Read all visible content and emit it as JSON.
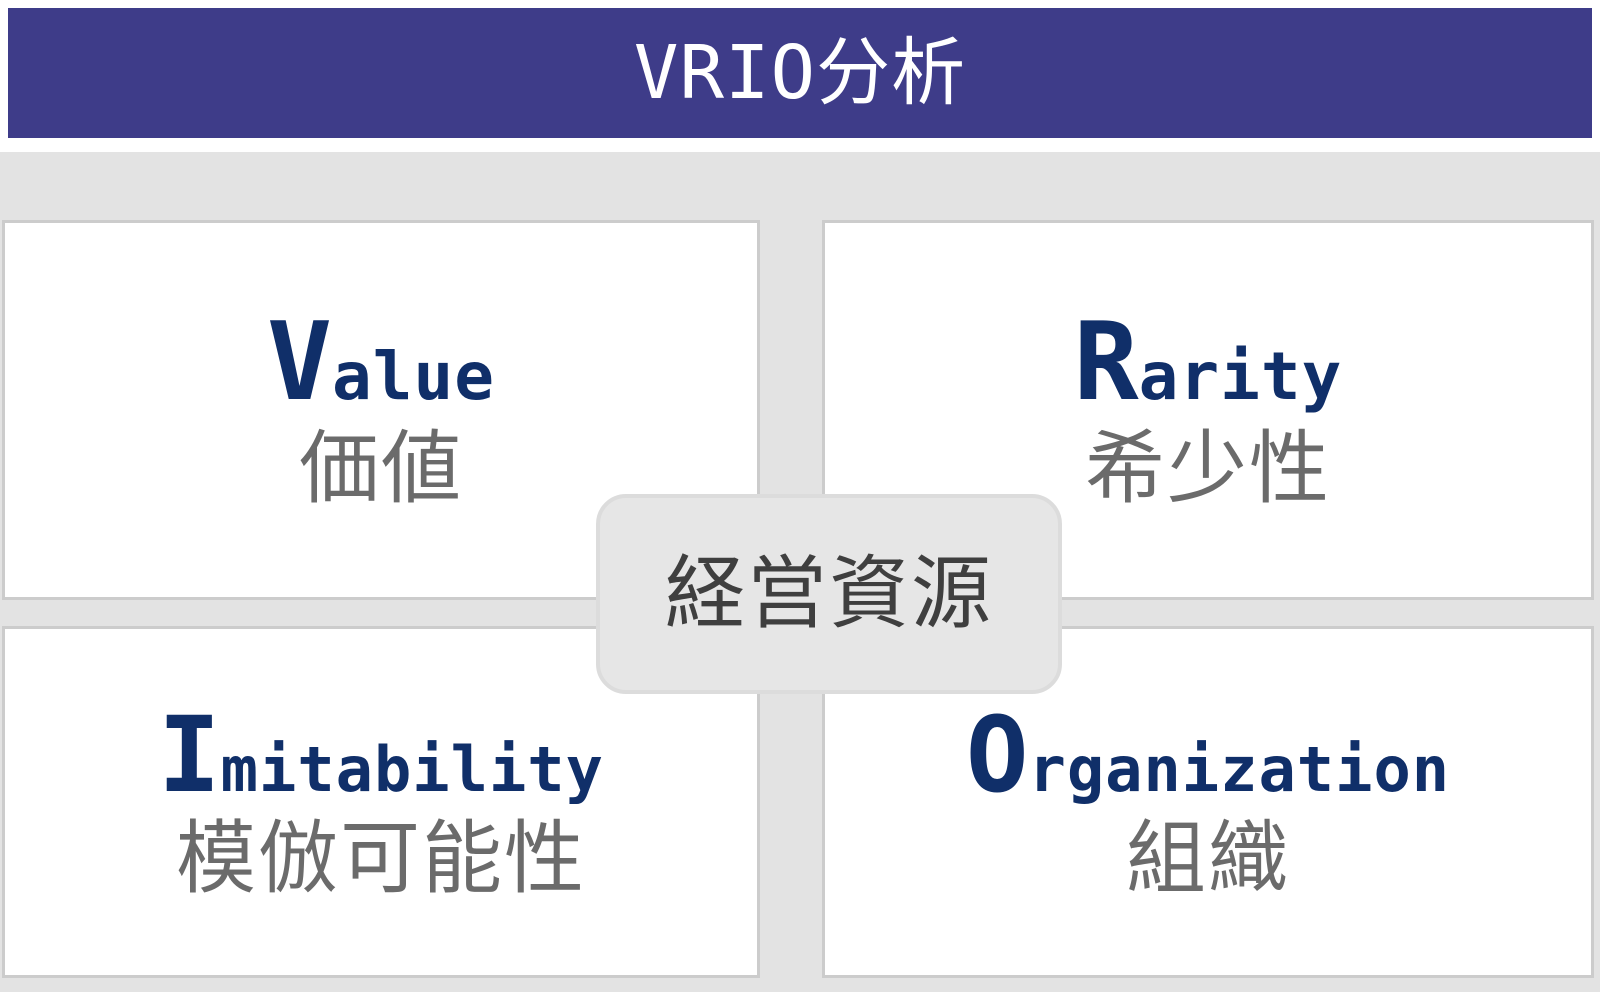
{
  "title": {
    "text": "VRIO分析",
    "bar_color": "#3E3C89",
    "text_color": "#FFFFFF"
  },
  "colors": {
    "accent_navy": "#102F69",
    "label_gray": "#6B6B6B",
    "field_gray": "#E3E3E3",
    "card_border": "#CCCCCC",
    "badge_fill": "#E6E6E6",
    "badge_border": "#DCDCDC",
    "badge_text": "#3F3F3F"
  },
  "center_badge": {
    "label": "経営資源"
  },
  "quadrants": [
    {
      "id": "value",
      "position": "top-left",
      "initial": "V",
      "rest": "alue",
      "english": "Value",
      "japanese": "価値"
    },
    {
      "id": "rarity",
      "position": "top-right",
      "initial": "R",
      "rest": "arity",
      "english": "Rarity",
      "japanese": "希少性"
    },
    {
      "id": "imitability",
      "position": "bottom-left",
      "initial": "I",
      "rest": "mitability",
      "english": "Imitability",
      "japanese": "模倣可能性"
    },
    {
      "id": "organization",
      "position": "bottom-right",
      "initial": "O",
      "rest": "rganization",
      "english": "Organization",
      "japanese": "組織"
    }
  ]
}
